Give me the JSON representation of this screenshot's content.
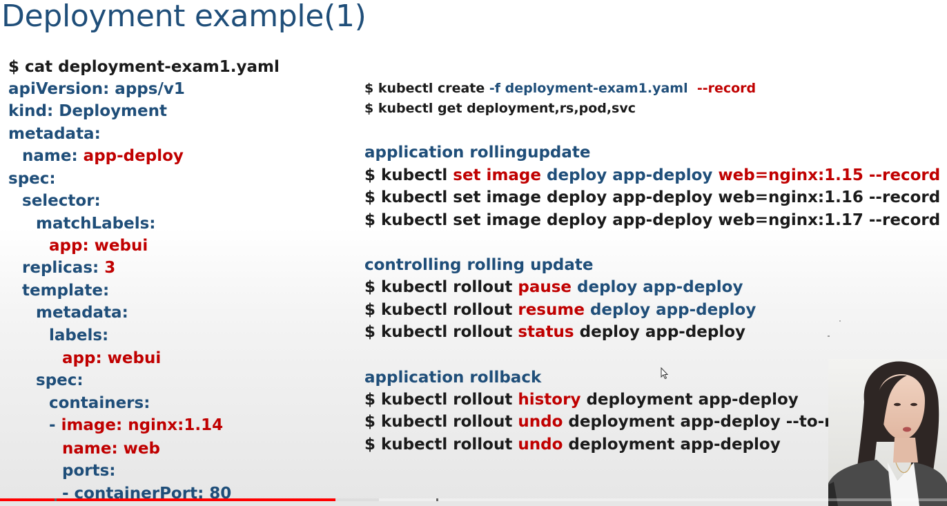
{
  "slide": {
    "title": "Deployment example(1)",
    "yaml": {
      "cmd": "$ cat deployment-exam1.yaml",
      "l1_key": "apiVersion: apps/v1",
      "l2_key": "kind: Deployment",
      "l3_key": "metadata:",
      "l4_key": "name: ",
      "l4_val": "app-deploy",
      "l5_key": "spec:",
      "l6_key": "selector:",
      "l7_key": "matchLabels:",
      "l8_val": "app: webui",
      "l9_key": "replicas: ",
      "l9_val": "3",
      "l10_key": "template:",
      "l11_key": "metadata:",
      "l12_key": "labels:",
      "l13_val": "app: webui",
      "l14_key": "spec:",
      "l15_key": "containers:",
      "l16_dash": "- ",
      "l16_val": "image: nginx:1.14",
      "l17_val": "name: web",
      "l18_key": "ports:",
      "l19_key": "- containerPort: 80"
    },
    "commands": {
      "create_a": "$ kubectl create ",
      "create_b": "-f deployment-exam1.yaml",
      "create_c": "  --record",
      "get": "$ kubectl get deployment,rs,pod,svc",
      "rolling_title": "application rollingupdate",
      "r1_a": "$ kubectl ",
      "r1_b": "set image",
      "r1_c": " deploy app-deploy ",
      "r1_d": "web=nginx:1.15 --record",
      "r2": "$ kubectl set image deploy app-deploy web=nginx:1.16 --record",
      "r3": "$ kubectl set image deploy app-deploy web=nginx:1.17 --record",
      "control_title": "controlling rolling update",
      "c1_a": "$ kubectl rollout ",
      "c1_b": "pause",
      "c1_c": " deploy app-deploy",
      "c2_a": "$ kubectl rollout ",
      "c2_b": "resume",
      "c2_c": " deploy app-deploy",
      "c3_a": "$ kubectl rollout ",
      "c3_b": "status",
      "c3_c": " deploy app-deploy",
      "rollback_title": "application rollback",
      "b1_a": "$ kubectl rollout ",
      "b1_b": "history",
      "b1_c": " deployment app-deploy",
      "b2_a": "$ kubectl rollout ",
      "b2_b": "undo",
      "b2_c": " deployment app-deploy --to-rev",
      "b3_a": "$ kubectl rollout ",
      "b3_b": "undo",
      "b3_c": " deployment app-deploy"
    }
  },
  "player": {
    "progress_fraction": 0.354,
    "buffer_fraction": 0.4,
    "progress_color": "#ff0000"
  },
  "colors": {
    "title": "#1f4e79",
    "key": "#1f4e79",
    "value": "#c00000",
    "command": "#1a1a1a"
  },
  "icons": [
    "mouse-cursor-icon"
  ]
}
